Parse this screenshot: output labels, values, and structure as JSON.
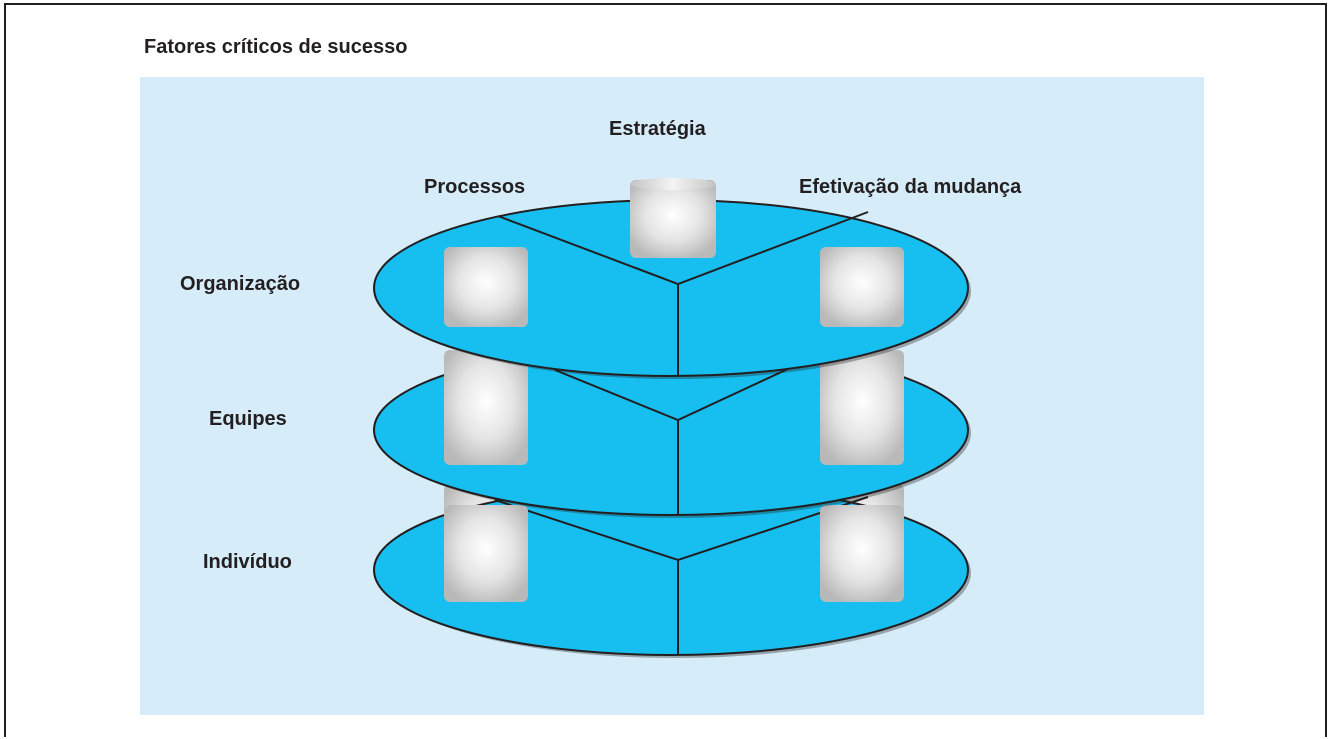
{
  "title": "Fatores críticos de sucesso",
  "pillars": {
    "top": "Estratégia",
    "left": "Processos",
    "right": "Efetivação da mudança"
  },
  "levels": [
    "Organização",
    "Equipes",
    "Indivíduo"
  ],
  "colors": {
    "background_panel": "#d6ecf8",
    "disc": "#16bff0",
    "outline": "#231f20",
    "cylinder": "#d3d3d3"
  }
}
